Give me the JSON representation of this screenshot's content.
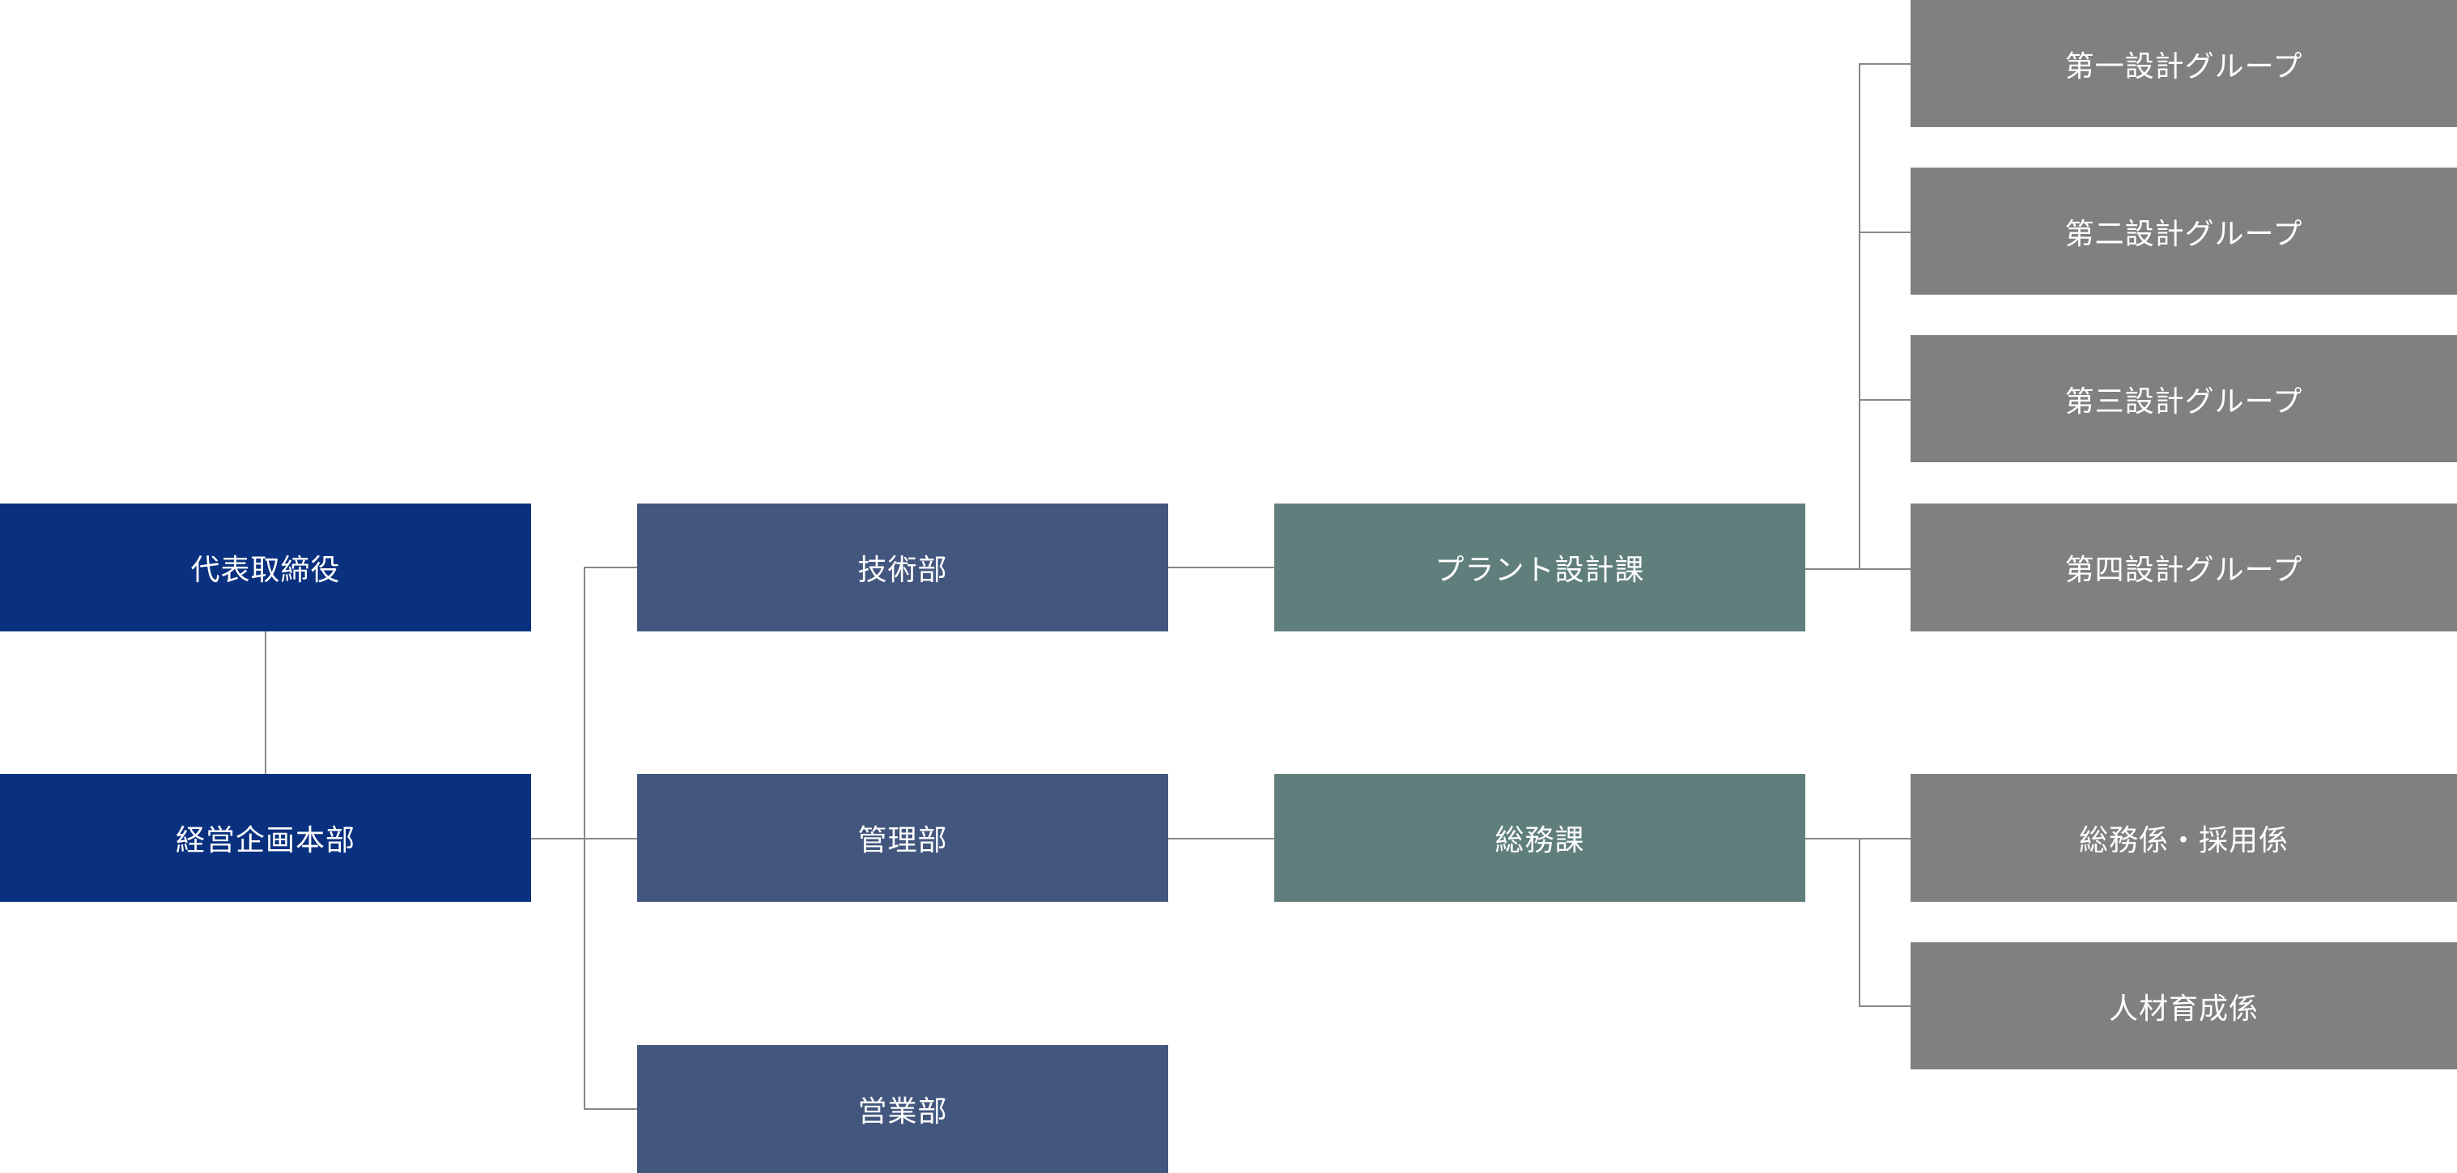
{
  "org_chart": {
    "colors": {
      "executive": "#0a3180",
      "department": "#42567e",
      "section": "#607f7c",
      "group": "#808080",
      "connector": "#888888",
      "text": "#ffffff"
    },
    "executive": {
      "ceo": "代表取締役",
      "planning_hq": "経営企画本部"
    },
    "departments": {
      "engineering": "技術部",
      "administration": "管理部",
      "sales": "営業部"
    },
    "sections": {
      "plant_design": "プラント設計課",
      "general_affairs": "総務課"
    },
    "groups": {
      "design_1": "第一設計グループ",
      "design_2": "第二設計グループ",
      "design_3": "第三設計グループ",
      "design_4": "第四設計グループ",
      "affairs_recruit": "総務係・採用係",
      "hr_development": "人材育成係"
    }
  }
}
